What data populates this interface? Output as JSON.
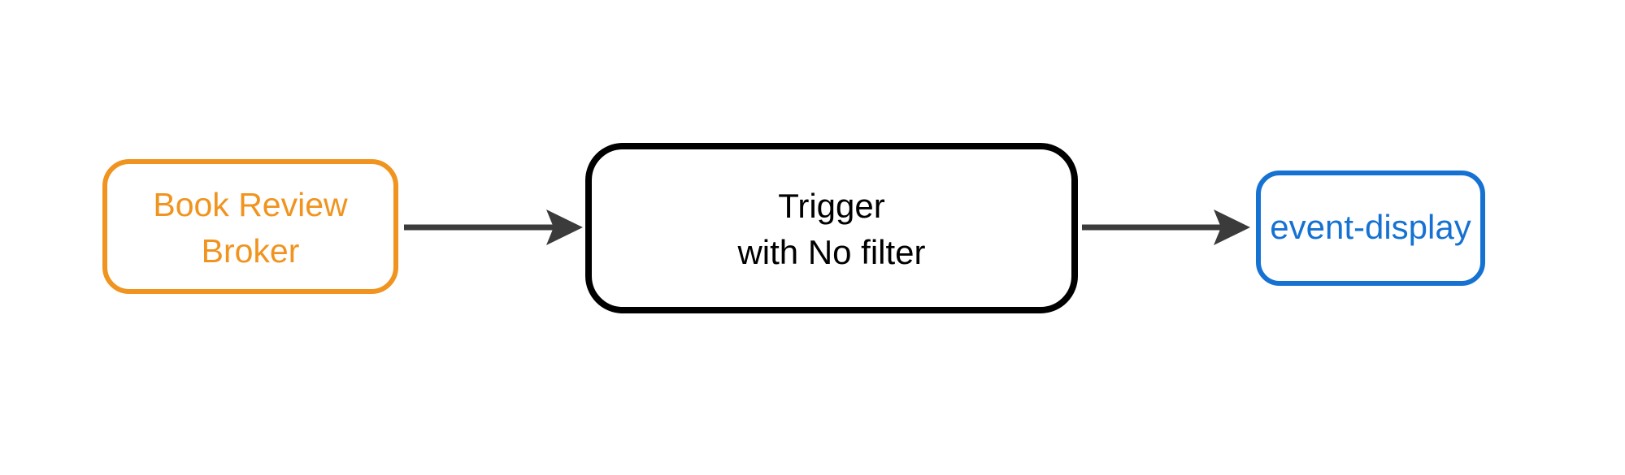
{
  "canvas": {
    "background": "#FFFFFF"
  },
  "colors": {
    "broker_orange": "#F0941F",
    "trigger_black": "#000000",
    "display_blue": "#1672D2",
    "arrow_gray": "#3B3B3B"
  },
  "nodes": {
    "broker": {
      "line1": "Book Review",
      "line2": "Broker",
      "border_color": "#F0941F",
      "text_color": "#F0941F"
    },
    "trigger": {
      "line1": "Trigger",
      "line2": "with No filter",
      "border_color": "#000000",
      "text_color": "#000000"
    },
    "event_display": {
      "label": "event-display",
      "border_color": "#1672D2",
      "text_color": "#1672D2"
    }
  },
  "edges": {
    "broker_to_trigger": {
      "from": "Book Review Broker",
      "to": "Trigger with No filter",
      "color": "#3B3B3B"
    },
    "trigger_to_event_display": {
      "from": "Trigger with No filter",
      "to": "event-display",
      "color": "#3B3B3B"
    }
  }
}
